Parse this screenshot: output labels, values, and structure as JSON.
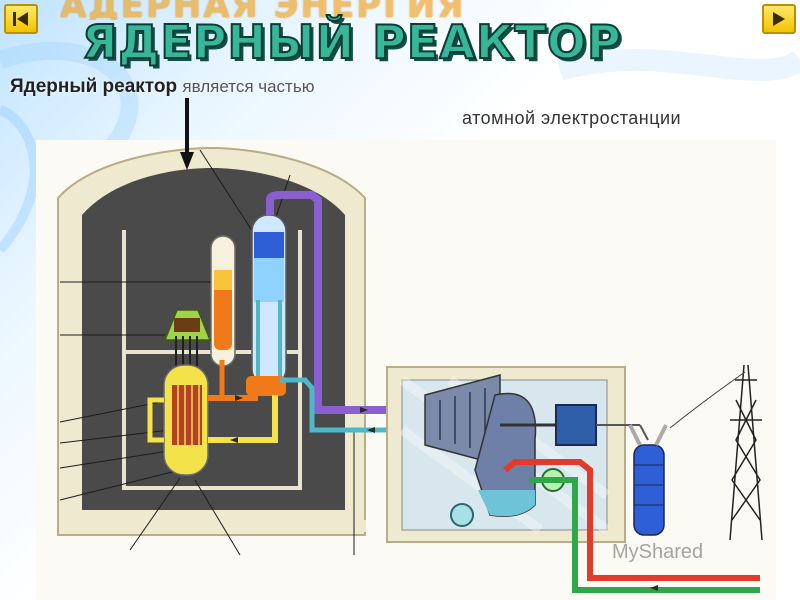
{
  "header": {
    "background_text": "АДЕРНАЯ ЭНЕРГИЯ",
    "title": "ЯДЕРНЫЙ РЕАКТОР"
  },
  "navigation": {
    "prev_icon": "triangle-left-icon",
    "next_icon": "triangle-right-icon"
  },
  "caption": {
    "subject": "Ядерный реактор",
    "relation": "является частью",
    "object": "атомной электростанции"
  },
  "watermark": {
    "text": "MyShared"
  },
  "colors": {
    "title_fill": "#36b79a",
    "title_outline": "#0d3a33",
    "nav_button": "#f1c400",
    "hot_pipe": "#e23b2b",
    "cold_pipe": "#4fb8c8",
    "steam_pipe": "#8a5fd0",
    "green_pipe": "#2fa84a",
    "reactor_core": "#f4e24a",
    "pressurizer": "#f07a1a",
    "steam_generator": "#2f5fd6",
    "containment": "#4a4a4a"
  }
}
